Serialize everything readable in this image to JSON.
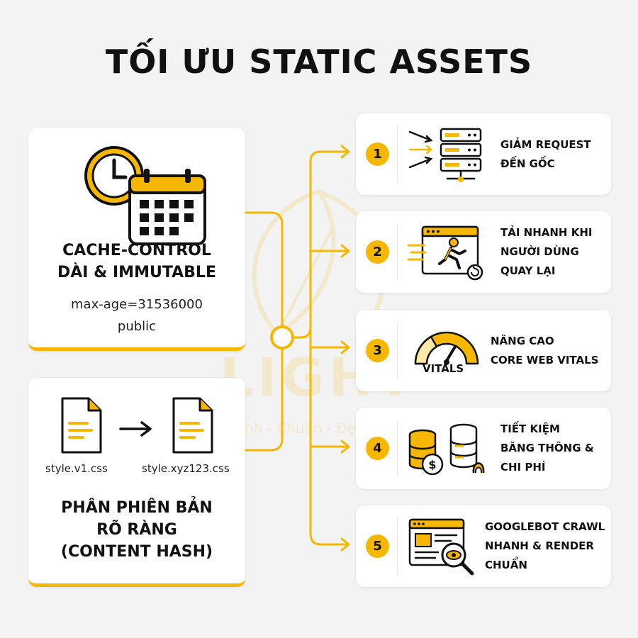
{
  "title": "TỐI ƯU STATIC ASSETS",
  "watermark": {
    "text": "LIGHT",
    "tagline": "Nhanh - Chuẩn - Đẹp"
  },
  "left_cards": [
    {
      "title_lines": [
        "CACHE-CONTROL",
        "DÀI & IMMUTABLE"
      ],
      "detail_lines": [
        "max-age=31536000",
        "public"
      ],
      "icons": [
        "clock-icon",
        "calendar-icon"
      ]
    },
    {
      "file_from": "style.v1.css",
      "file_to": "style.xyz123.css",
      "title_lines": [
        "PHÂN PHIÊN BẢN",
        "RÕ RÀNG",
        "(CONTENT HASH)"
      ],
      "icons": [
        "file-icon",
        "arrow-right-icon",
        "file-icon"
      ]
    }
  ],
  "benefits": [
    {
      "number": "1",
      "lines": [
        "GIẢM REQUEST",
        "ĐẾN GỐC"
      ],
      "icon": "server-stack-icon"
    },
    {
      "number": "2",
      "lines": [
        "TẢI NHANH KHI",
        "NGƯỜI DÙNG",
        "QUAY LẠI"
      ],
      "icon": "running-browser-icon"
    },
    {
      "number": "3",
      "lines": [
        "NÂNG CAO",
        "CORE WEB VITALS"
      ],
      "icon": "gauge-icon",
      "icon_label": "VITALS"
    },
    {
      "number": "4",
      "lines": [
        "TIẾT KIỆM",
        "BĂNG THÔNG &",
        "CHI PHÍ"
      ],
      "icon": "coins-database-icon"
    },
    {
      "number": "5",
      "lines": [
        "GOOGLEBOT CRAWL",
        "NHANH & RENDER",
        "CHUẨN"
      ],
      "icon": "webpage-magnifier-icon"
    }
  ],
  "colors": {
    "accent": "#f5b700",
    "text": "#111111",
    "background": "#f3f3f3",
    "card": "#ffffff"
  }
}
